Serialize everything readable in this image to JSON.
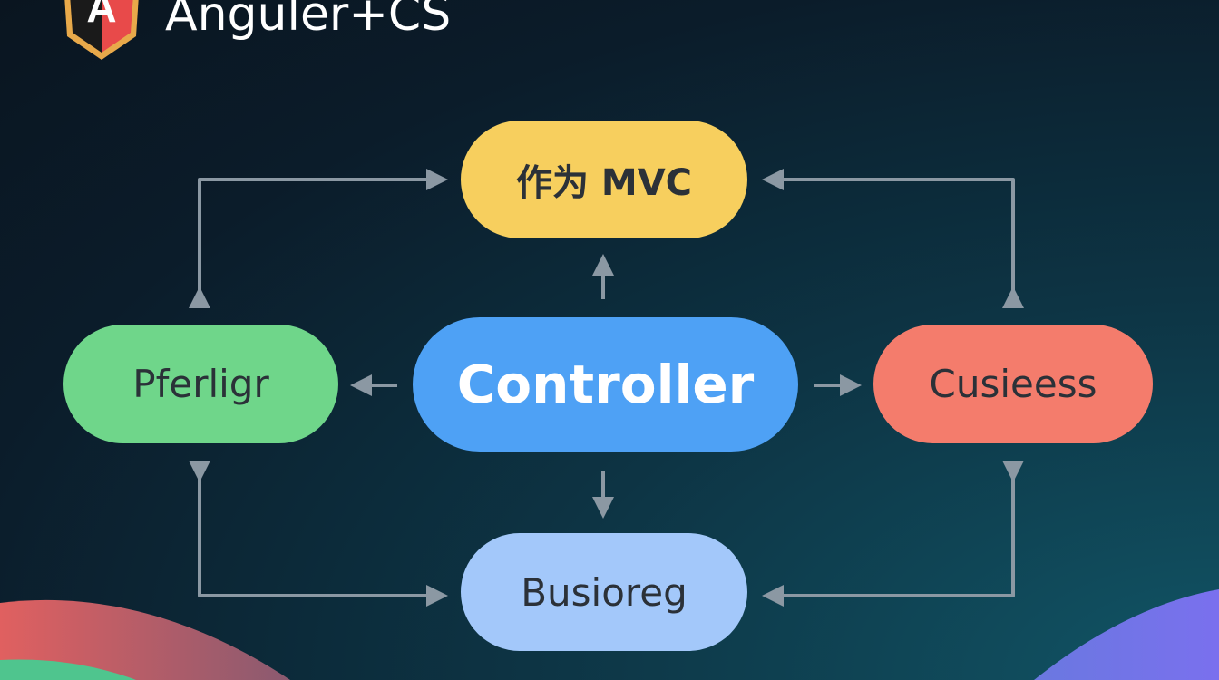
{
  "header": {
    "title": "Anguler+CS",
    "logo_letter": "A"
  },
  "colors": {
    "top": "#f7cf5e",
    "left": "#6fd68a",
    "center": "#4ea1f5",
    "right": "#f47c6c",
    "bottom": "#a3c8fa",
    "arrow": "#8b98a3"
  },
  "nodes": {
    "top": "作为 MVC",
    "left": "Pferligr",
    "center": "Controller",
    "right": "Cusieess",
    "bottom": "Busioreg"
  }
}
